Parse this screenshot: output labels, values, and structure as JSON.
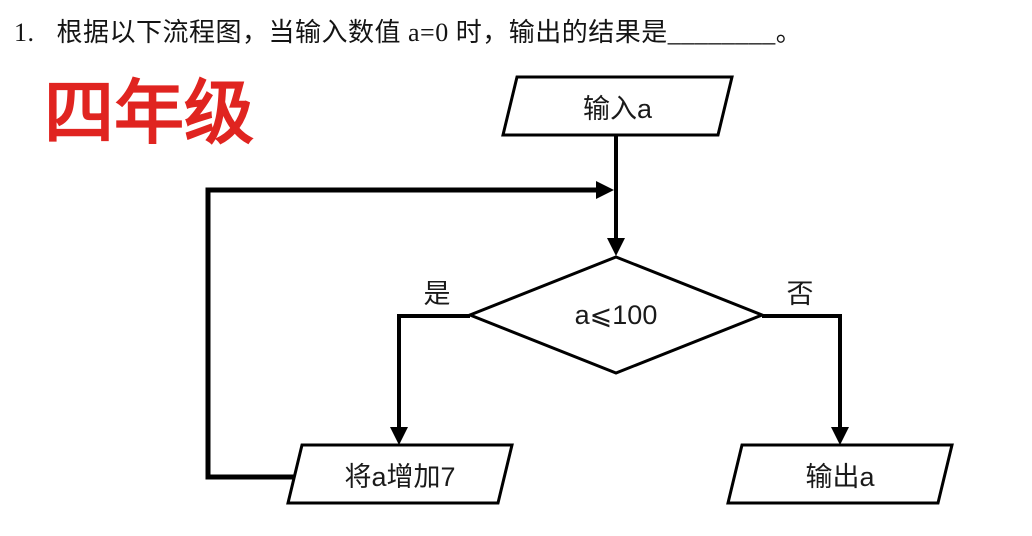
{
  "question": {
    "number": "1.",
    "text": "根据以下流程图，当输入数值 a=0 时，输出的结果是________。"
  },
  "watermark": {
    "text": "四年级",
    "color": "#e02420"
  },
  "flowchart": {
    "line_color": "#000000",
    "node_fill": "#ffffff",
    "nodes": {
      "input": {
        "type": "parallelogram",
        "label": "输入a"
      },
      "decision": {
        "type": "diamond",
        "label": "a⩽100"
      },
      "add": {
        "type": "parallelogram",
        "label": "将a增加7"
      },
      "output": {
        "type": "parallelogram",
        "label": "输出a"
      }
    },
    "branch_labels": {
      "yes": "是",
      "no": "否"
    },
    "edges": [
      {
        "from": "input",
        "to": "decision",
        "label": ""
      },
      {
        "from": "decision",
        "to": "add",
        "label": "是"
      },
      {
        "from": "decision",
        "to": "output",
        "label": "否"
      },
      {
        "from": "add",
        "to": "decision",
        "label": "",
        "note": "loop back to line between input and decision"
      }
    ]
  }
}
